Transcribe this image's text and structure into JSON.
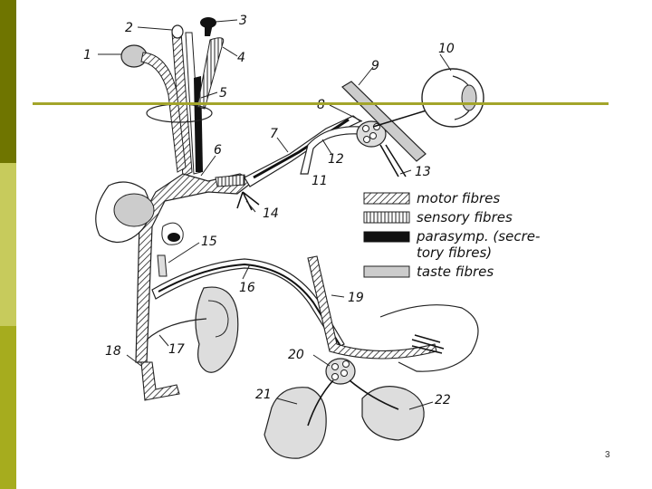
{
  "labels": [
    "1",
    "2",
    "3",
    "4",
    "5",
    "6",
    "7",
    "8",
    "9",
    "10",
    "11",
    "12",
    "13",
    "14",
    "15",
    "16",
    "17",
    "18",
    "19",
    "20",
    "21",
    "22"
  ],
  "legend": {
    "motor": "motor fibres",
    "sensory": "sensory fibres",
    "parasymp_line1": "parasymp. (secre-",
    "parasymp_line2": "tory fibres)",
    "taste": "taste fibres"
  },
  "page_number": "3",
  "colors": {
    "bar_dark": "#6f7500",
    "bar_light": "#c7cb5c",
    "bar_mid": "#a6ac1e",
    "rule": "#a3a52a"
  }
}
